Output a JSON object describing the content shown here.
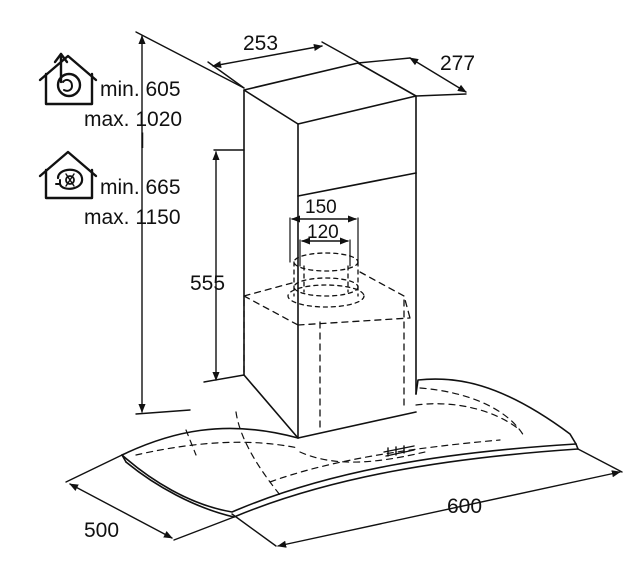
{
  "dimensions": {
    "chimney_width": "253",
    "chimney_depth": "277",
    "duct_outer": "150",
    "duct_inner": "120",
    "hood_height": "555",
    "hood_width": "600",
    "hood_depth": "500"
  },
  "extraction_mode": {
    "icon": "house-outlet-arrow-icon",
    "min": "min. 605",
    "max": "max. 1020",
    "separator": "l"
  },
  "recirculation_mode": {
    "icon": "house-recirculation-icon",
    "min": "min. 665",
    "max": "max. 1150"
  },
  "colors": {
    "line": "#111111",
    "background": "#ffffff"
  }
}
